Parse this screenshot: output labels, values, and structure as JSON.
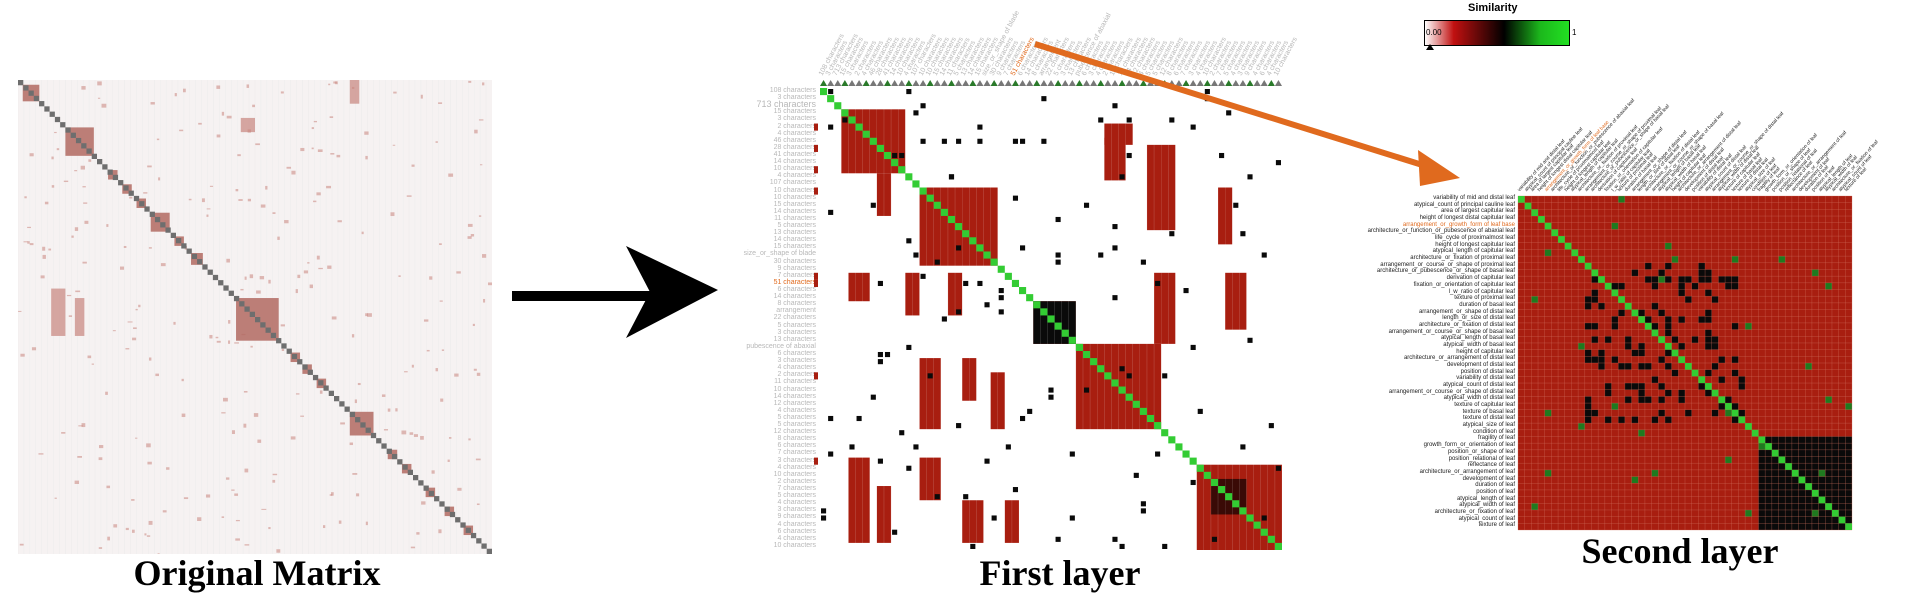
{
  "captions": {
    "original": "Original Matrix",
    "first": "First layer",
    "second": "Second layer"
  },
  "legend": {
    "title": "Similarity",
    "min_label": "0.00",
    "max_label": "1",
    "colors": [
      "#ffffff",
      "#b01010",
      "#000000",
      "#1ec81e",
      "#22dd22"
    ]
  },
  "colors": {
    "cell_red": "#a81e10",
    "cell_dark": "#0a0a0a",
    "diagonal_green": "#33cc33",
    "highlight_orange": "#e06a1e",
    "label_gray": "#b8b8b8",
    "original_block": "#c8857d"
  },
  "first_layer": {
    "row_labels": [
      "108 characters",
      "3 characters",
      "713 characters",
      "15 characters",
      "3 characters",
      "2 characters",
      "4 characters",
      "46 characters",
      "28 characters",
      "41 characters",
      "14 characters",
      "10 characters",
      "4 characters",
      "107 characters",
      "10 characters",
      "10 characters",
      "15 characters",
      "14 characters",
      "11 characters",
      "5 characters",
      "13 characters",
      "14 characters",
      "15 characters",
      "size_or_shape of blade",
      "30 characters",
      "9 characters",
      "7 characters",
      "51 characters",
      "6 characters",
      "14 characters",
      "8 characters",
      "arrangement",
      "22 characters",
      "5 characters",
      "3 characters",
      "13 characters",
      "pubescence of abaxial",
      "6 characters",
      "3 characters",
      "4 characters",
      "2 characters",
      "11 characters",
      "10 characters",
      "14 characters",
      "12 characters",
      "4 characters",
      "5 characters",
      "5 characters",
      "12 characters",
      "8 characters",
      "6 characters",
      "7 characters",
      "3 characters",
      "4 characters",
      "10 characters",
      "2 characters",
      "7 characters",
      "5 characters",
      "4 characters",
      "3 characters",
      "9 characters",
      "4 characters",
      "6 characters",
      "4 characters",
      "10 characters"
    ],
    "highlight_label": "51 characters"
  },
  "second_layer": {
    "row_labels": [
      "variability of mid and distal leaf",
      "atypical_count of principal cauline leaf",
      "area of largest capitular leaf",
      "height of longest distal capitular leaf",
      "arrangement_or_growth_form of leaf base",
      "architecture_or_function_or_pubescence of abaxial leaf",
      "life_cycle of proximalmost leaf",
      "height of longest capitular leaf",
      "atypical_length of capitular leaf",
      "architecture_or_fixation of proximal leaf",
      "arrangement_or_course_or_shape of proximal leaf",
      "architecture_or_pubescence_or_shape of basal leaf",
      "derivation of capitular leaf",
      "fixation_or_orientation of capitular leaf",
      "l_w_ratio of capitular leaf",
      "texture of proximal leaf",
      "duration of basal leaf",
      "arrangement_or_shape of distal leaf",
      "length_or_size of distal leaf",
      "architecture_or_fixation of distal leaf",
      "arrangement_or_course_or_shape of basal leaf",
      "atypical_length of basal leaf",
      "atypical_width of basal leaf",
      "height of capitular leaf",
      "architecture_or_arrangement of distal leaf",
      "development of distal leaf",
      "position of distal leaf",
      "variability of distal leaf",
      "atypical_count of distal leaf",
      "arrangement_or_course_or_shape of distal leaf",
      "atypical_width of distal leaf",
      "texture of capitular leaf",
      "texture of basal leaf",
      "texture of distal leaf",
      "atypical_size of leaf",
      "condition of leaf",
      "fragility of leaf",
      "growth_form_or_orientation of leaf",
      "position_or_shape of leaf",
      "position_relational of leaf",
      "reflectance of leaf",
      "architecture_or_arrangement of leaf",
      "development of leaf",
      "duration of leaf",
      "position of leaf",
      "atypical_length of leaf",
      "atypical_width of leaf",
      "architecture_or_fixation of leaf",
      "atypical_count of leaf",
      "texture of leaf"
    ],
    "highlight_label": "arrangement_or_growth_form of leaf base"
  }
}
